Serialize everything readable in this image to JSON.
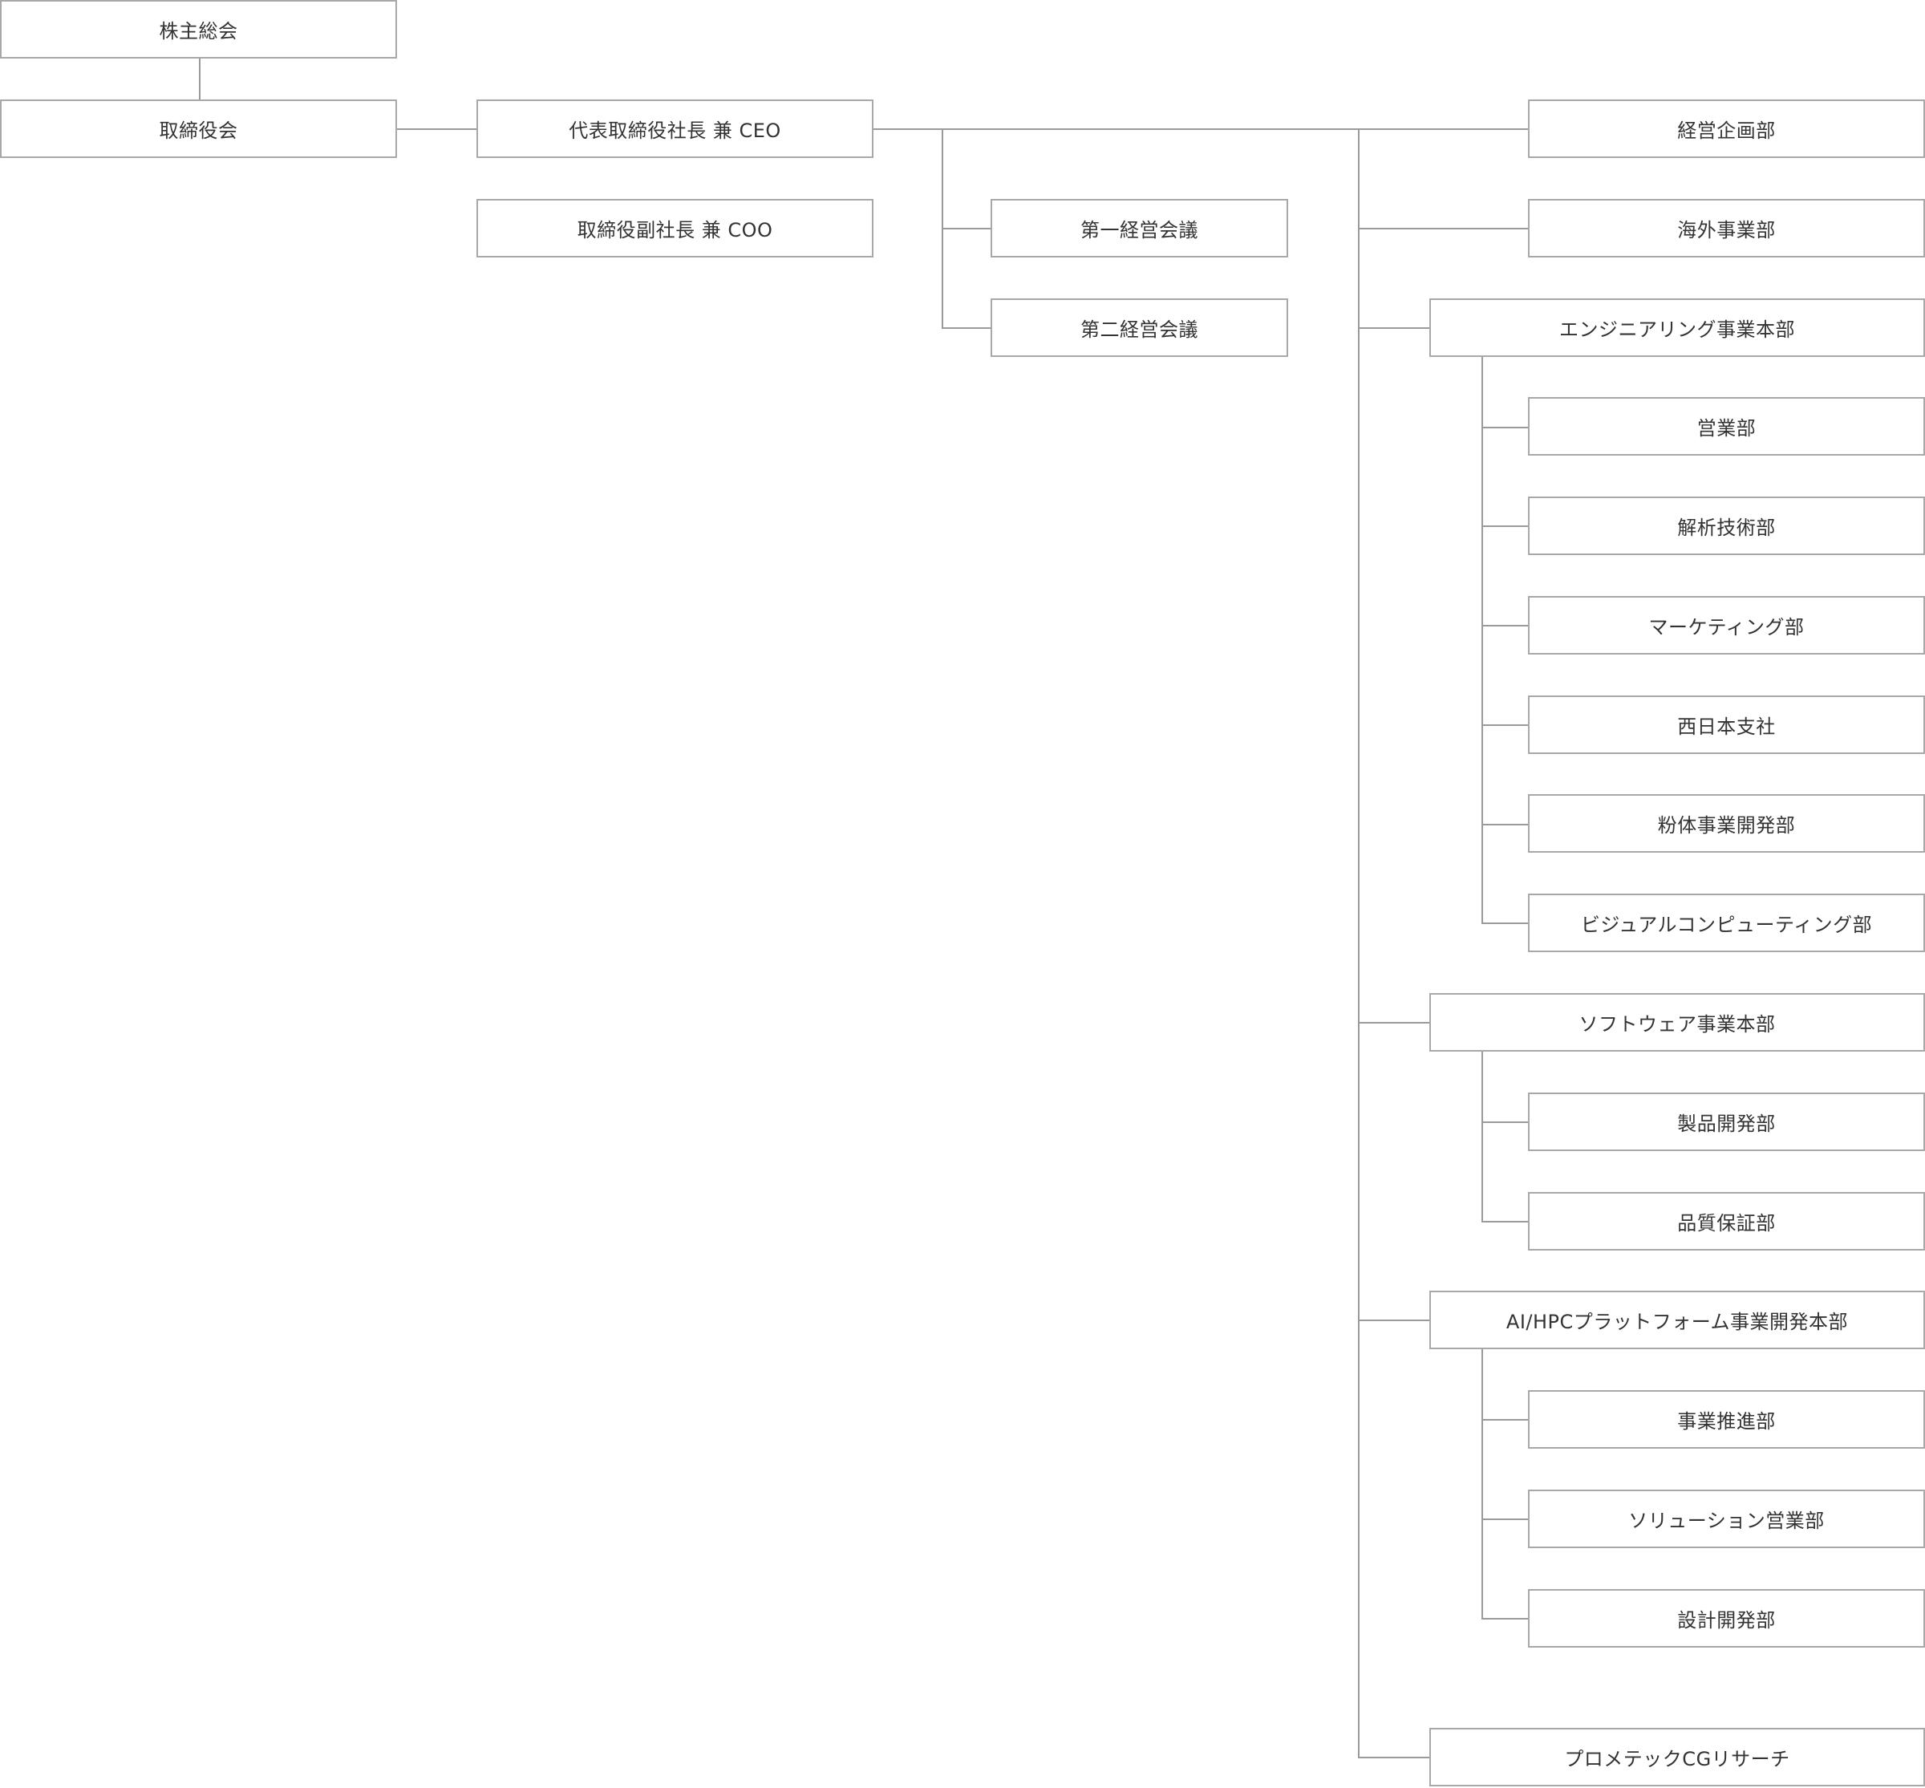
{
  "colors": {
    "line": "#9a9a9a",
    "box_border": "#a8a8a8",
    "text": "#333333",
    "background": "#ffffff"
  },
  "nodes": {
    "shareholders": "株主総会",
    "board": "取締役会",
    "ceo": "代表取締役社長 兼 CEO",
    "coo": "取締役副社長 兼 COO",
    "mgmt1": "第一経営会議",
    "mgmt2": "第二経営会議",
    "planning": "経営企画部",
    "overseas": "海外事業部",
    "engineering": "エンジニアリング事業本部",
    "sales": "営業部",
    "analysis": "解析技術部",
    "marketing": "マーケティング部",
    "west_japan": "西日本支社",
    "powder": "粉体事業開発部",
    "visual": "ビジュアルコンピューティング部",
    "software": "ソフトウェア事業本部",
    "product_dev": "製品開発部",
    "qa": "品質保証部",
    "aihpc": "AI/HPCプラットフォーム事業開発本部",
    "biz_promo": "事業推進部",
    "solution_sales": "ソリューション営業部",
    "design_dev": "設計開発部",
    "prometech_cg": "プロメテックCGリサーチ"
  }
}
